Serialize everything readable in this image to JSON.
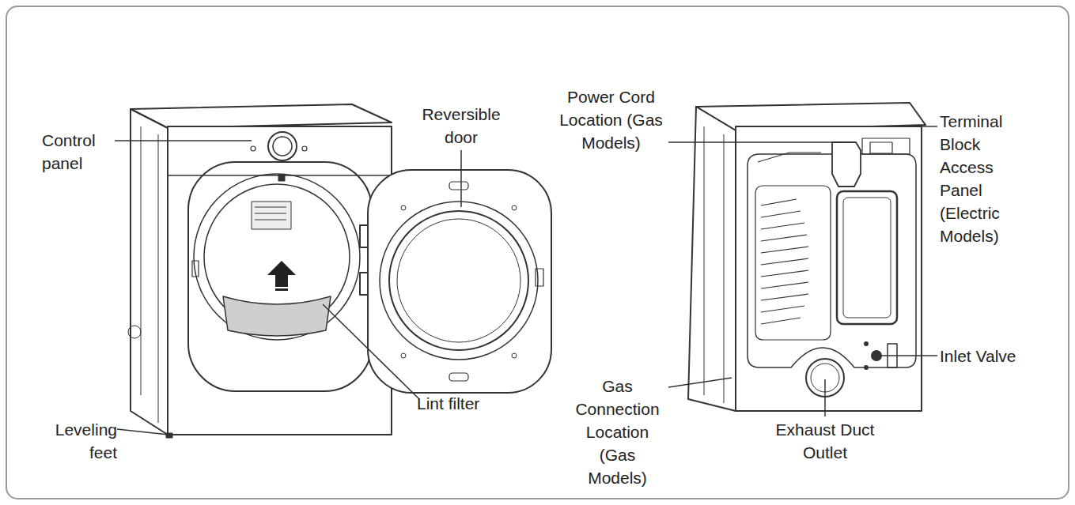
{
  "diagram": {
    "labels": [
      "Control panel",
      "Reversible door",
      "Lint filter",
      "Leveling feet",
      "Power Cord Location (Gas Models)",
      "Terminal Block Access Panel (Electric Models)",
      "Inlet Valve",
      "Gas Connection Location (Gas Models)",
      "Exhaust Duct Outlet"
    ]
  }
}
